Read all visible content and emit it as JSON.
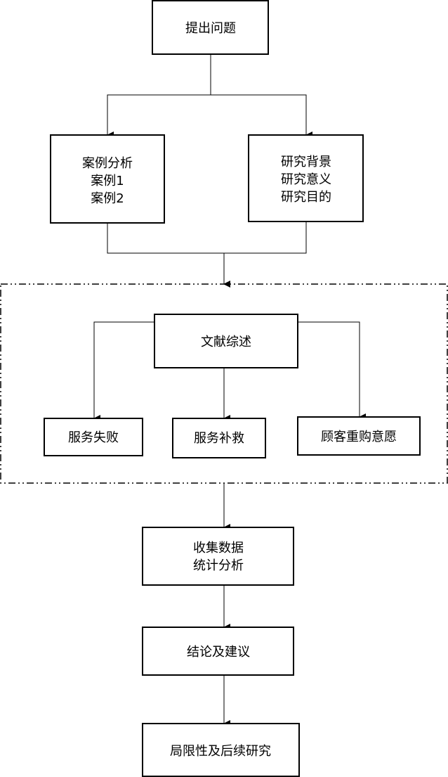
{
  "nodes": {
    "question": [
      "提出问题"
    ],
    "cases": [
      "案例分析",
      "案例1",
      "案例2"
    ],
    "background": [
      "研究背景",
      "研究意义",
      "研究目的"
    ],
    "literature": [
      "文献综述"
    ],
    "failure": [
      "服务失败"
    ],
    "recovery": [
      "服务补救"
    ],
    "repurchase": [
      "顾客重购意愿"
    ],
    "data": [
      "收集数据",
      "统计分析"
    ],
    "conclusion": [
      "结论及建议"
    ],
    "limitation": [
      "局限性及后续研究"
    ]
  }
}
